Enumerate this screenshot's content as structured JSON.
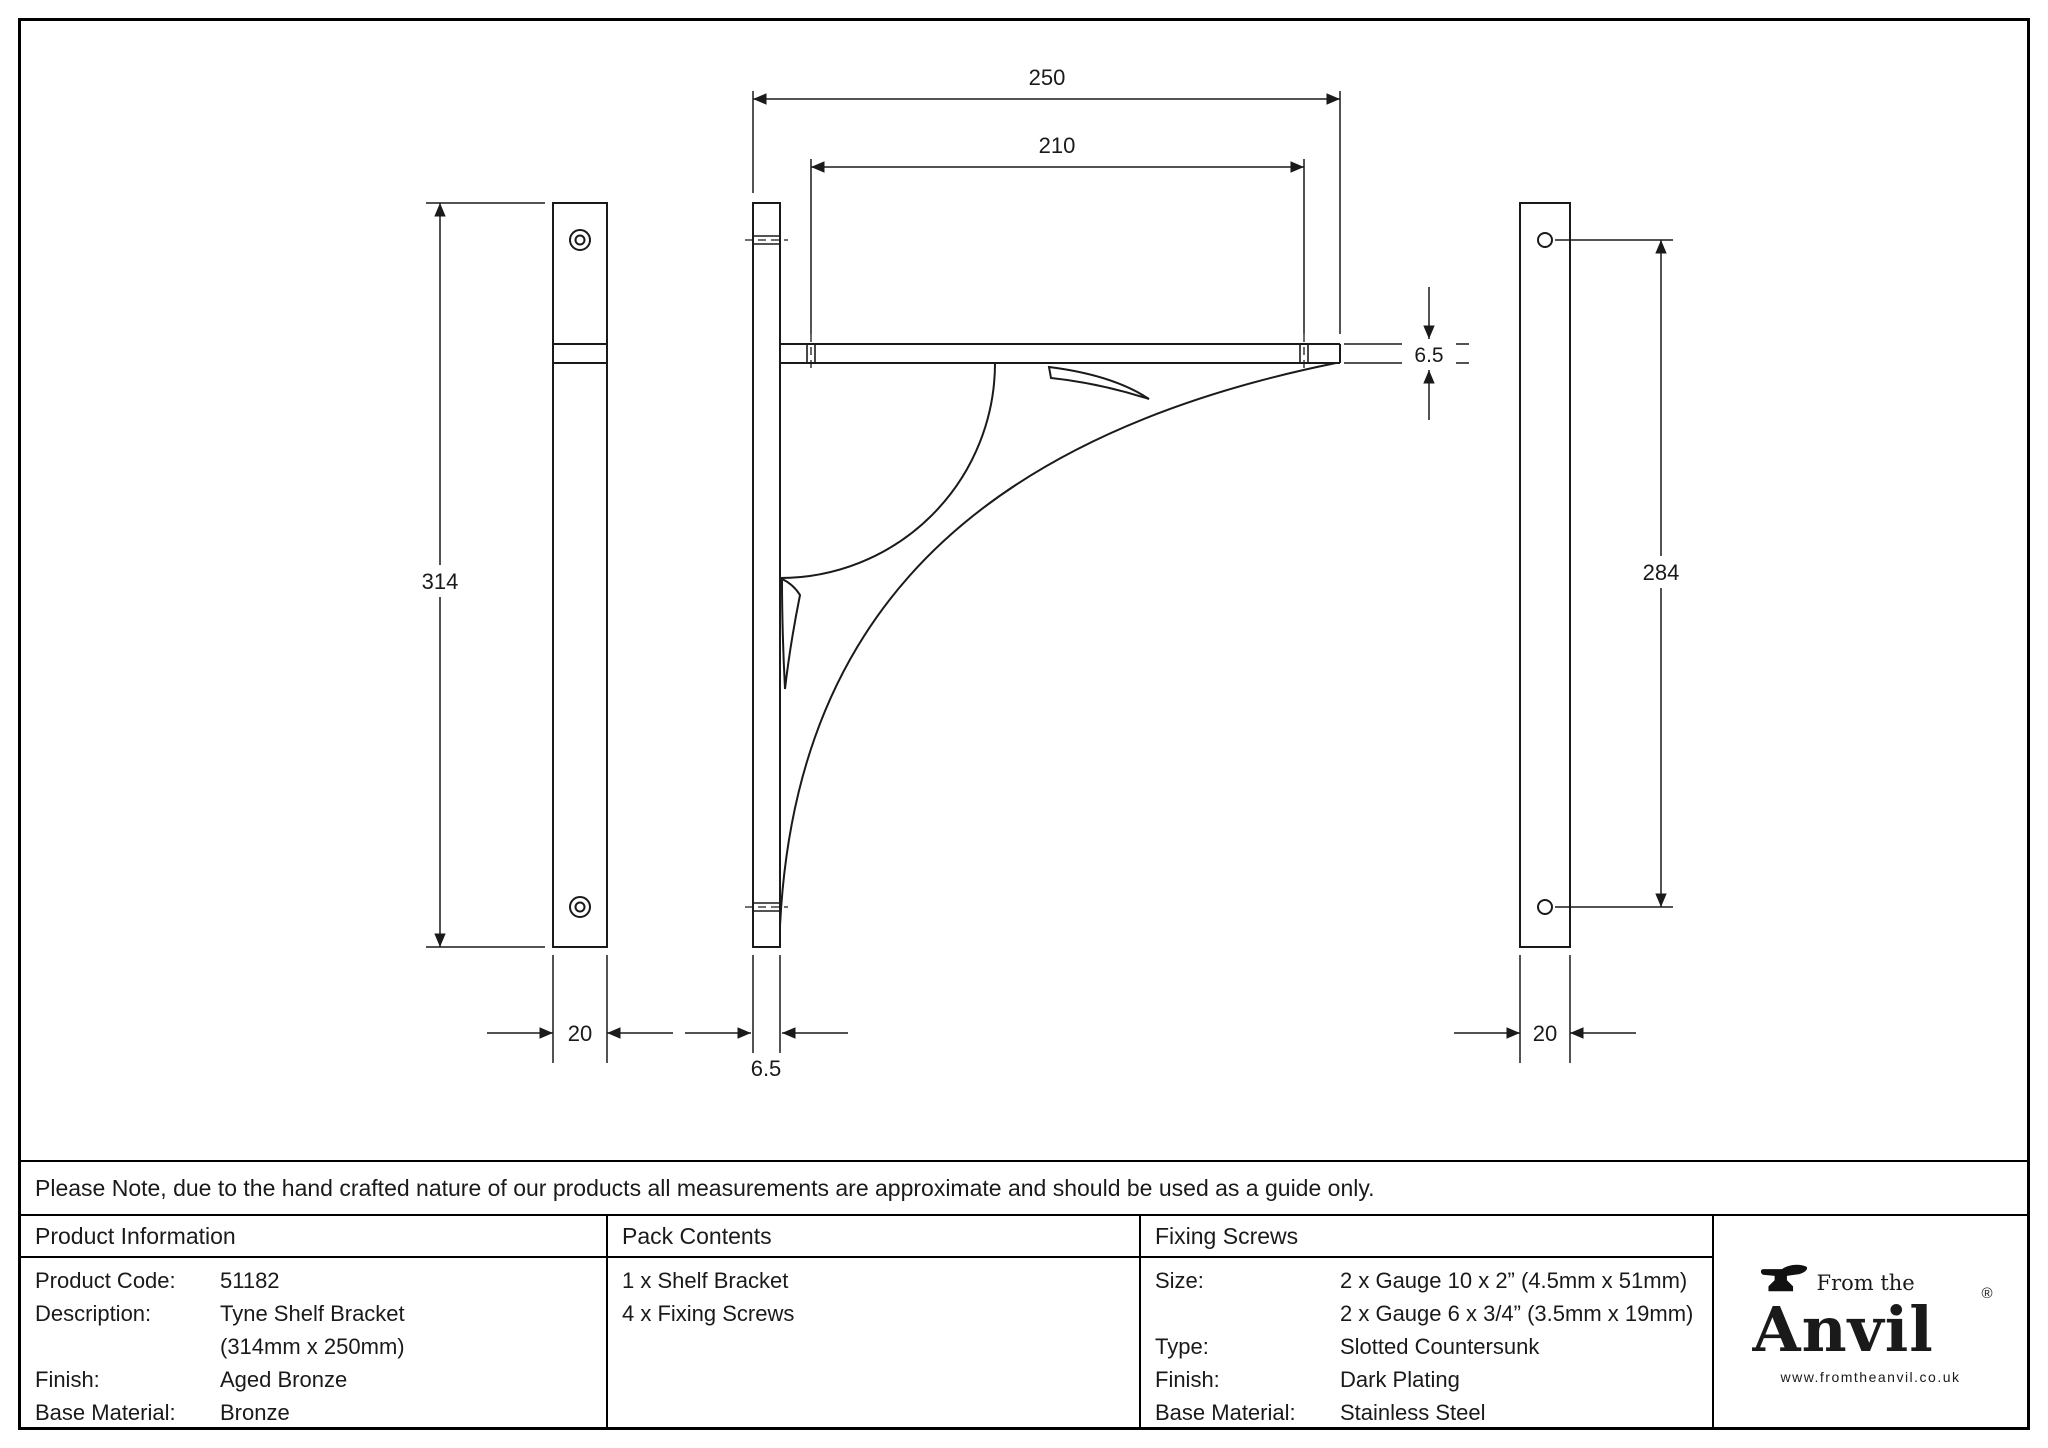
{
  "note": "Please Note, due to the hand crafted nature of our products all measurements are approximate and should be used as a guide only.",
  "drawing": {
    "dims": {
      "top_width": "250",
      "hole_span_top": "210",
      "shelf_thickness": "6.5",
      "plate_height": "314",
      "plate_width_left": "20",
      "plate_thickness": "6.5",
      "hole_span_right": "284",
      "plate_width_right": "20"
    }
  },
  "table": {
    "product_information": {
      "header": "Product Information",
      "rows": [
        {
          "label": "Product Code:",
          "value": "51182"
        },
        {
          "label": "Description:",
          "value": "Tyne Shelf Bracket",
          "value2": "(314mm x 250mm)"
        },
        {
          "label": "Finish:",
          "value": "Aged Bronze"
        },
        {
          "label": "Base Material:",
          "value": "Bronze"
        }
      ]
    },
    "pack_contents": {
      "header": "Pack Contents",
      "items": [
        "1 x Shelf Bracket",
        "4 x Fixing Screws"
      ]
    },
    "fixing_screws": {
      "header": "Fixing Screws",
      "rows": [
        {
          "label": "Size:",
          "value": "2 x Gauge 10 x 2” (4.5mm x 51mm)",
          "value2": "2 x Gauge 6 x 3/4” (3.5mm x 19mm)"
        },
        {
          "label": "Type:",
          "value": "Slotted Countersunk"
        },
        {
          "label": "Finish:",
          "value": "Dark Plating"
        },
        {
          "label": "Base Material:",
          "value": "Stainless Steel"
        }
      ]
    }
  },
  "logo": {
    "brand_prefix": "From the",
    "brand": "Anvil",
    "reg": "®",
    "url": "www.fromtheanvil.co.uk"
  }
}
